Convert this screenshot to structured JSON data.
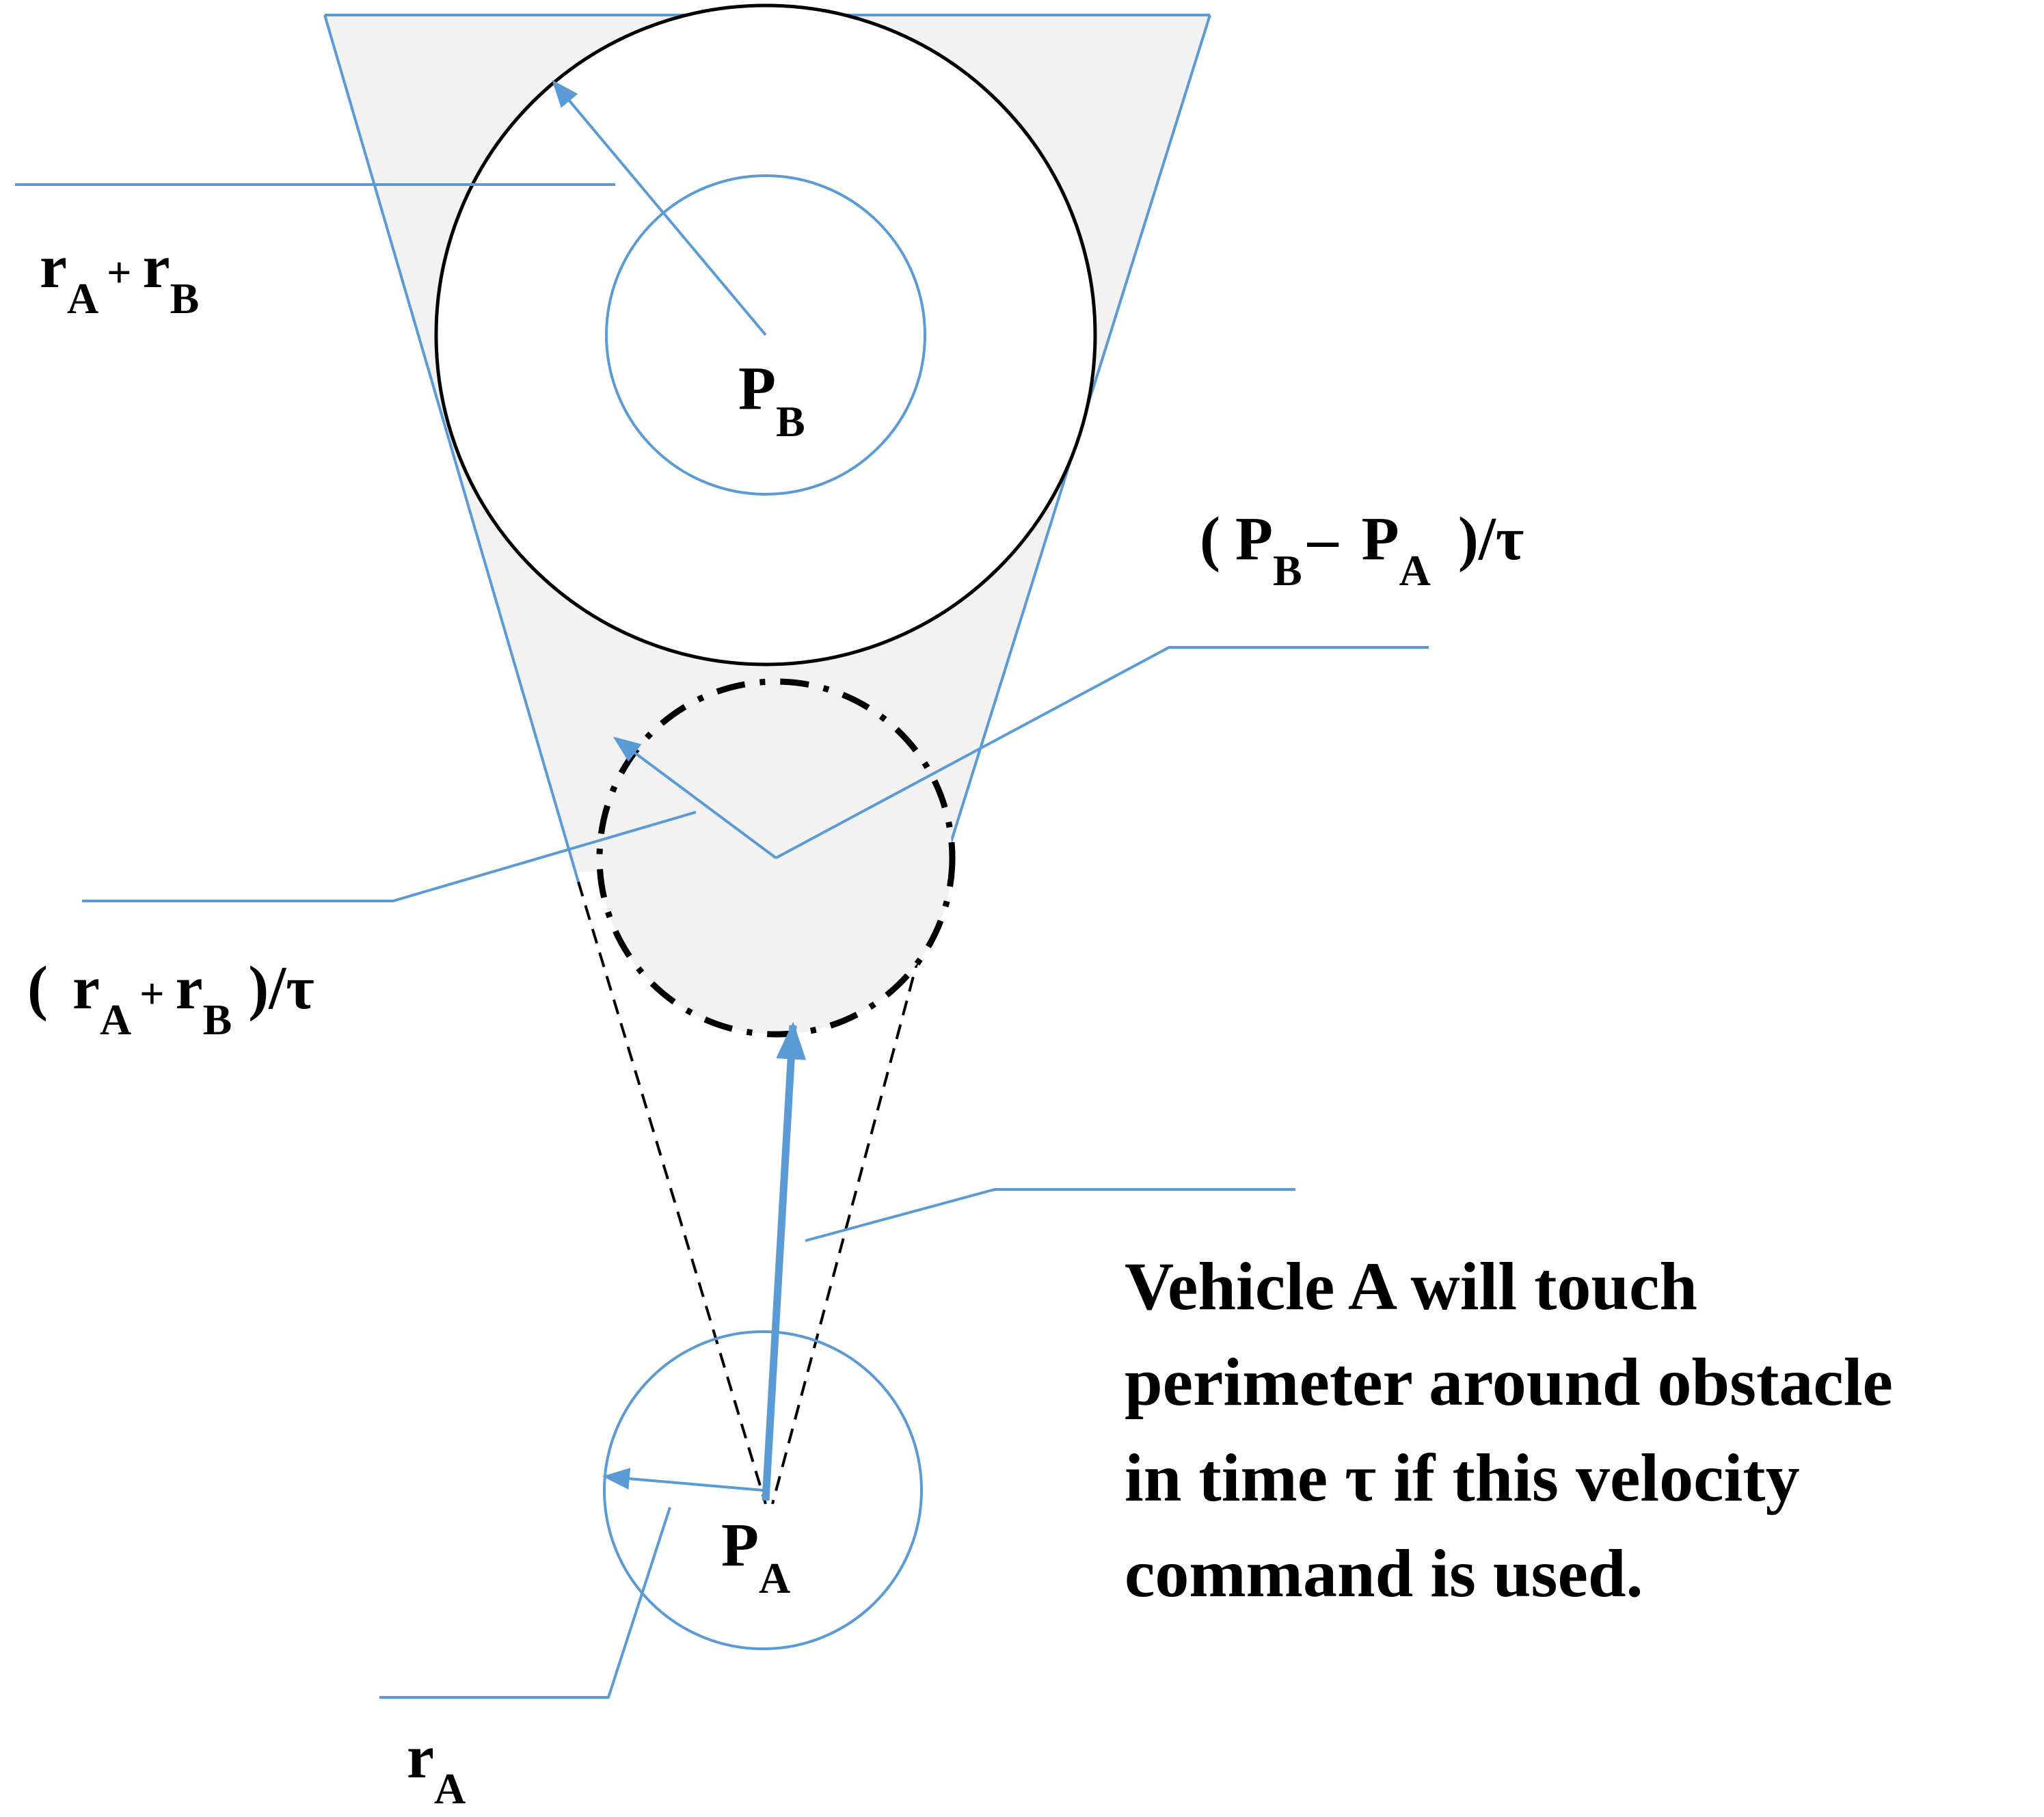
{
  "labels": {
    "pb": {
      "main": "P",
      "sub": "B"
    },
    "pa": {
      "main": "P",
      "sub": "A"
    },
    "ra": {
      "main": "r",
      "sub": "A"
    },
    "ra_rb": {
      "r1": "r",
      "s1": "A",
      "plus": "+",
      "r2": "r",
      "s2": "B"
    },
    "ra_rb_tau": {
      "open": "(",
      "r1": "r",
      "s1": "A",
      "plus": "+",
      "r2": "r",
      "s2": "B",
      "close": ")/τ"
    },
    "pb_pa_tau": {
      "open": "(",
      "p1": "P",
      "s1": "B",
      "minus": "–",
      "p2": "P",
      "s2": "A",
      "close": ")/τ"
    }
  },
  "note_lines": [
    "Vehicle A will touch",
    "perimeter around obstacle",
    "in time τ if this velocity",
    "command is used."
  ],
  "colors": {
    "accent": "#5b9bd5",
    "cone_fill": "#f2f2f2",
    "outline": "#000000"
  }
}
